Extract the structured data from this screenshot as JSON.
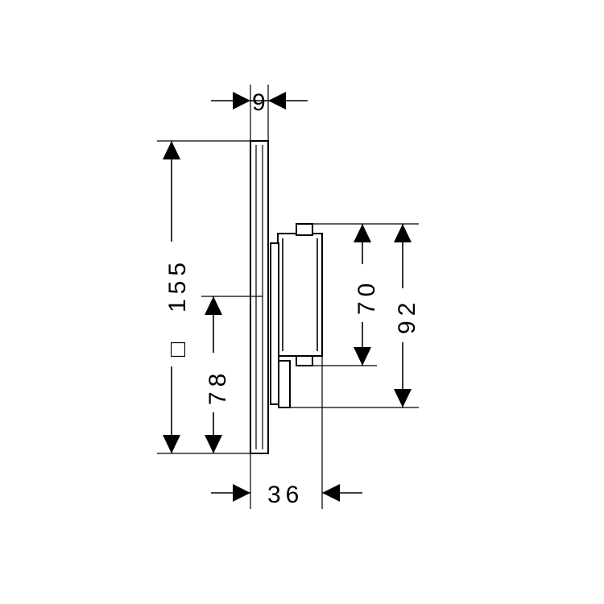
{
  "dimensions": {
    "top_width": "9",
    "total_height": "155",
    "square_symbol": "□",
    "half_height": "78",
    "body_height": "70",
    "body_total_height": "92",
    "depth": "36"
  },
  "colors": {
    "line": "#000000",
    "background": "#ffffff"
  }
}
